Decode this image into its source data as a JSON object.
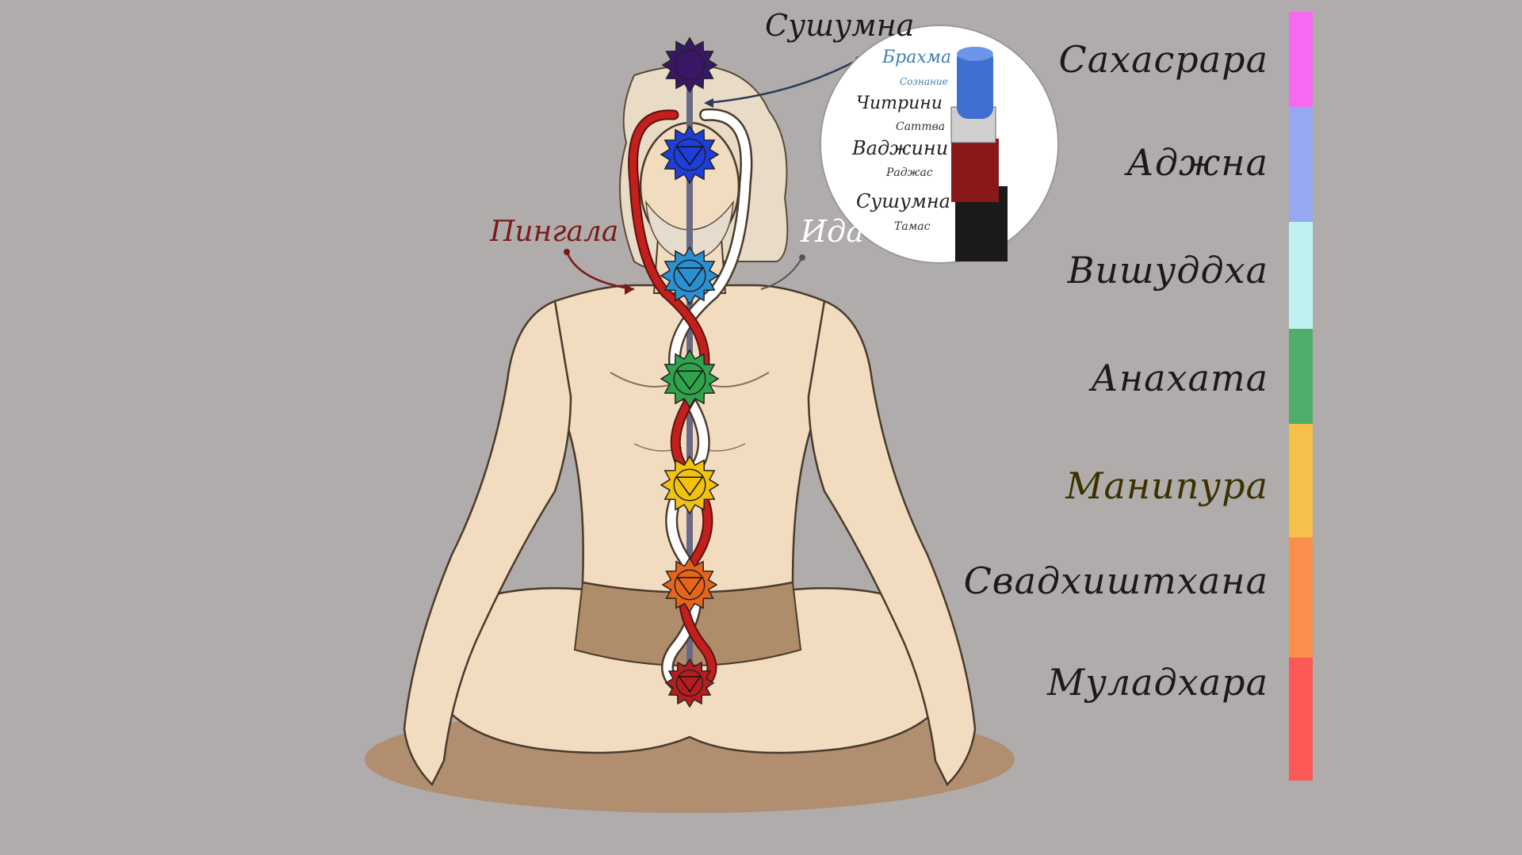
{
  "colors": {
    "background": "#b0acab",
    "skin": "#f1dcc0",
    "skin_shadow": "#d9bd98",
    "outline": "#4a3a2c",
    "pingala": "#c2201c",
    "ida": "#ffffff",
    "sushumna": "#6b6a86",
    "cloth": "#b08d6a",
    "ground": "#b08e6f"
  },
  "chakras": [
    {
      "name": "Сахасрара",
      "color": "#f56af0",
      "label_color": "#1a1a1a",
      "figure_color": "#3a1766"
    },
    {
      "name": "Аджна",
      "color": "#97a8f2",
      "label_color": "#1a1a1a",
      "figure_color": "#1d3ed8"
    },
    {
      "name": "Вишуддха",
      "color": "#bdf1f2",
      "label_color": "#1a1a1a",
      "figure_color": "#2b8fd0"
    },
    {
      "name": "Анахата",
      "color": "#4fae6a",
      "label_color": "#1a1a1a",
      "figure_color": "#2fa34a"
    },
    {
      "name": "Манипура",
      "color": "#f7c04a",
      "label_color": "#3a3000",
      "figure_color": "#f2c20f"
    },
    {
      "name": "Свадхиштхана",
      "color": "#f98f4a",
      "label_color": "#1a1a1a",
      "figure_color": "#e8641a"
    },
    {
      "name": "Муладхара",
      "color": "#fb5856",
      "label_color": "#1a1a1a",
      "figure_color": "#b81d1d"
    }
  ],
  "channels": {
    "sushumna": "Сушумна",
    "pingala": "Пингала",
    "ida": "Ида"
  },
  "inset": {
    "layers": [
      {
        "name": "Брахма",
        "sub": "Сознание",
        "color": "#3f7fb3"
      },
      {
        "name": "Читрини",
        "sub": "Саттва",
        "color": "#222222"
      },
      {
        "name": "Ваджини",
        "sub": "Раджас",
        "color": "#222222"
      },
      {
        "name": "Сушумна",
        "sub": "Тамас",
        "color": "#222222"
      }
    ]
  }
}
